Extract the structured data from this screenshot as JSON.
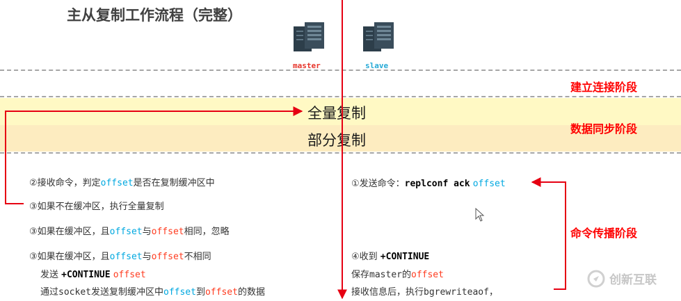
{
  "title": "主从复制工作流程（完整）",
  "nodes": {
    "master": {
      "label": "master",
      "color": "#e6352b",
      "icon": "server-rack-icon"
    },
    "slave": {
      "label": "slave",
      "color": "#25a9d6",
      "icon": "server-rack-icon"
    }
  },
  "bands": {
    "full_sync": "全量复制",
    "partial_sync": "部分复制"
  },
  "phases": {
    "connect": "建立连接阶段",
    "data_sync": "数据同步阶段",
    "propagate": "命令传播阶段"
  },
  "master_steps": {
    "s1": {
      "prefix": "②接收命令，判定",
      "kw": "offset",
      "suffix": "是否在复制缓冲区中"
    },
    "s2": "③如果不在缓冲区，执行全量复制",
    "s3": {
      "prefix": "③如果在缓冲区，且",
      "kw1": "offset",
      "mid": "与",
      "kw2": "offset",
      "suffix": "相同，忽略"
    },
    "s4": {
      "prefix": "③如果在缓冲区，且",
      "kw1": "offset",
      "mid": "与",
      "kw2": "offset",
      "suffix": "不相同"
    },
    "s4_send": {
      "prefix": "发送 ",
      "cmd": "+CONTINUE",
      "kw": "offset"
    },
    "s4_via": {
      "prefix": "通过",
      "socket": "socket",
      "mid1": "发送复制缓冲区中",
      "kw1": "offset",
      "mid2": "到",
      "kw2": "offset",
      "suffix": "的数据"
    }
  },
  "slave_steps": {
    "s1": {
      "prefix": "①发送命令：",
      "cmd": "replconf ack",
      "kw": "offset"
    },
    "s4": {
      "prefix": "④收到 ",
      "cmd": "+CONTINUE"
    },
    "s4_save": {
      "prefix": "保存",
      "mid": "master",
      "mid2": "的",
      "kw": "offset"
    },
    "s4_exec": {
      "prefix": "接收信息后，执行",
      "cmd": "bgrewriteaof",
      "suffix": "，"
    }
  },
  "colors": {
    "accent_red": "#ff0000",
    "keyword_blue": "#00a8e0",
    "keyword_red": "#ff3b1f",
    "band_full": "#fff9c4",
    "band_partial": "#fdecc0",
    "divider_gray": "#a6a6a6"
  },
  "watermark": "创新互联"
}
